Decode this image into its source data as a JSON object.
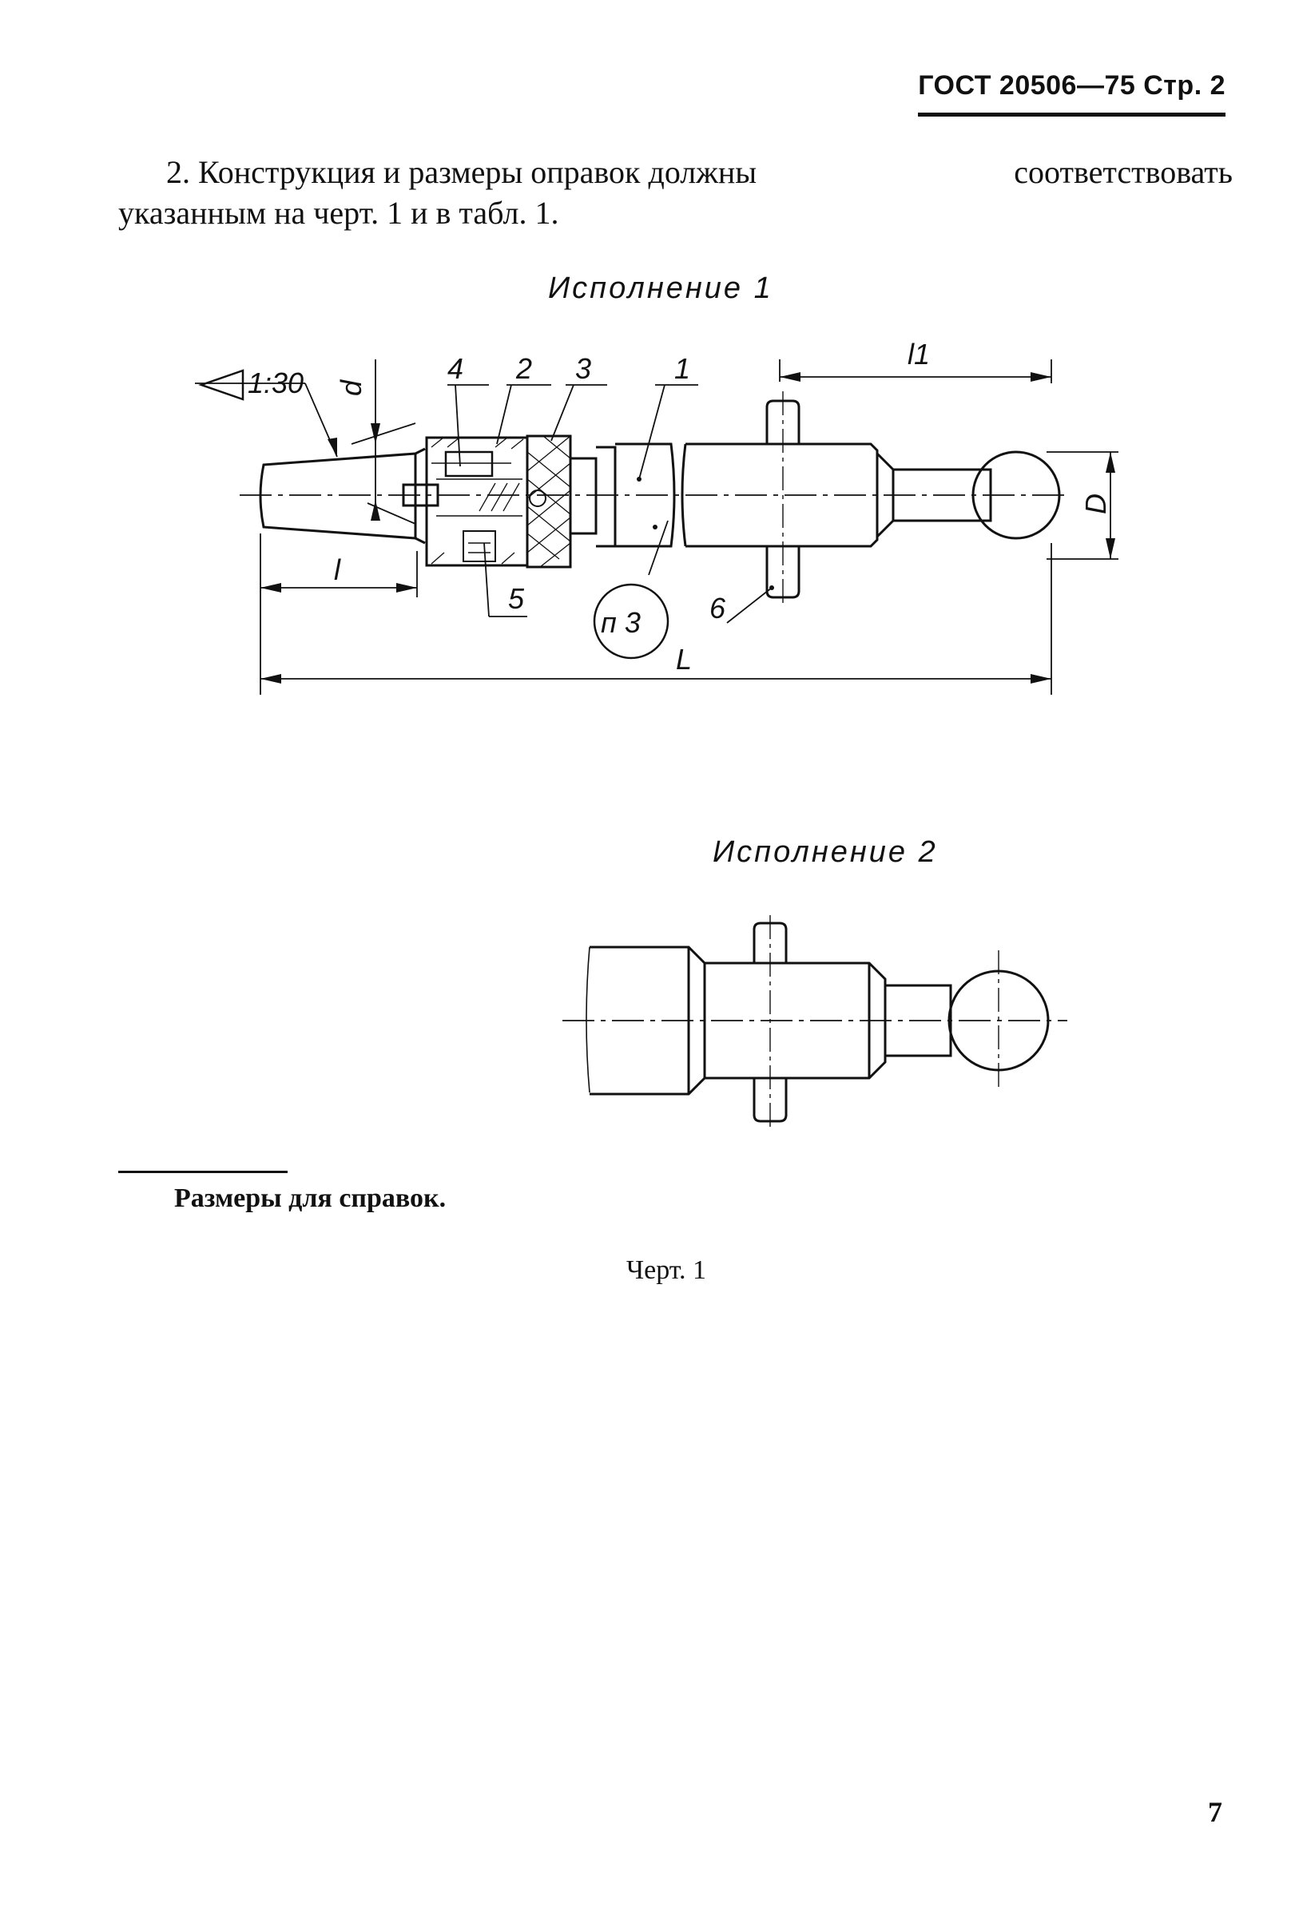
{
  "header": {
    "title": "ГОСТ 20506—75 Стр. 2"
  },
  "paragraph": {
    "line1_start": "2. Конструкция и размеры оправок должны",
    "line1_end": "соответствовать",
    "line2": "указанным на черт. 1 и в табл. 1."
  },
  "figure": {
    "caption1": "Исполнение 1",
    "caption2": "Исполнение 2",
    "taper_label": "1:30",
    "labels": {
      "d": "d",
      "part4": "4",
      "part2": "2",
      "part3": "3",
      "part1": "1",
      "l1": "l1",
      "D": "D",
      "l": "l",
      "part5": "5",
      "n3": "п 3",
      "part6": "6",
      "L": "L"
    }
  },
  "footnote": "Размеры для справок.",
  "drawing_caption": "Черт. 1",
  "page_number": "7"
}
